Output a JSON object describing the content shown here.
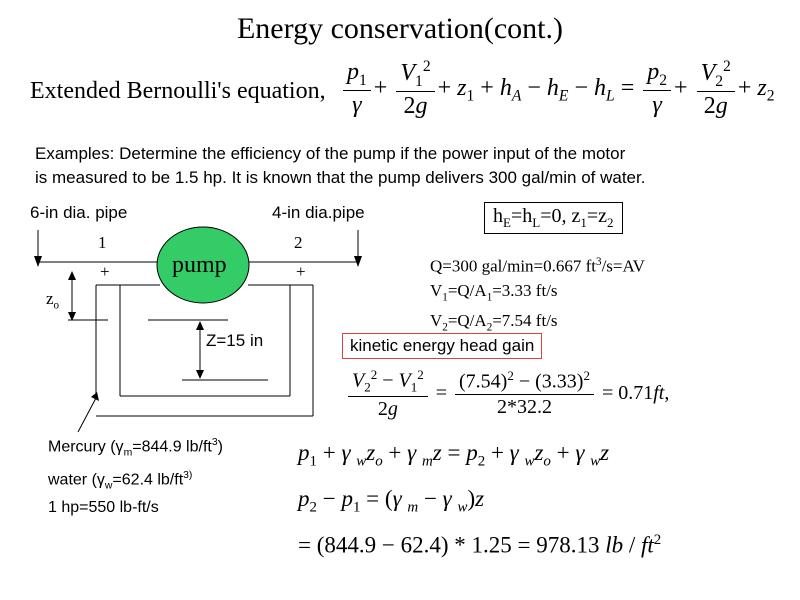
{
  "slide": {
    "title": "Energy conservation(cont.)",
    "bernoulli_label": "Extended Bernoulli's equation,",
    "examples_line1": "Examples: Determine the efficiency of the pump if the power input of the motor",
    "examples_line2": "is measured to be 1.5 hp.  It is known that the pump delivers 300 gal/min of water."
  },
  "diagram": {
    "left_pipe_label": "6-in dia. pipe",
    "right_pipe_label": "4-in dia.pipe",
    "point1": "1",
    "point2": "2",
    "plus": "+",
    "pump_label": "pump",
    "zo_label": "z",
    "zo_sub": "o",
    "z_label": "Z=15 in",
    "pump_fill": "#33cc66"
  },
  "givens": {
    "mercury_line": "Mercury (γ",
    "mercury_sub": "m",
    "mercury_rest": "=844.9 lb/ft",
    "mercury_sup": "3",
    "mercury_end": ")",
    "water_line": "water (γ",
    "water_sub": "w",
    "water_rest": "=62.4 lb/ft",
    "water_sup": "3)",
    "hp_line": "1 hp=550 lb-ft/s"
  },
  "assumption_box": "h<sub>E</sub>=h<sub>L</sub>=0,  z<sub>1</sub>=z<sub>2</sub>",
  "flow": {
    "q_line": "Q=300 gal/min=0.667 ft<sup>3</sup>/s=AV",
    "v1_line": "V<sub>1</sub>=Q/A<sub>1</sub>=3.33 ft/s",
    "v2_line": "V<sub>2</sub>=Q/A<sub>2</sub>=7.54 ft/s"
  },
  "kinetic_label": "kinetic energy head gain",
  "kinetic_eq": {
    "num_expr": "(7.54)<sup>2</sup> − (3.33)<sup>2</sup>",
    "den_expr": "2*32.2",
    "result": "= 0.71<i>ft</i>,"
  },
  "manometer_eqs": {
    "line1": "<i>p</i><sub>1</sub> + <i>γ</i> <sub><i>w</i></sub><i>z</i><sub><i>o</i></sub> + <i>γ</i> <sub><i>m</i></sub><i>z</i> = <i>p</i><sub>2</sub> + <i>γ</i> <sub><i>w</i></sub><i>z</i><sub><i>o</i></sub> + <i>γ</i> <sub><i>w</i></sub><i>z</i>",
    "line2": "<i>p</i><sub>2</sub> − <i>p</i><sub>1</sub> = (<i>γ</i> <sub><i>m</i></sub> − <i>γ</i> <sub><i>w</i></sub>)<i>z</i>",
    "line3": "= (844.9 − 62.4) * 1.25 = 978.13 <i>lb</i> / <i>ft</i><sup>2</sup>"
  }
}
